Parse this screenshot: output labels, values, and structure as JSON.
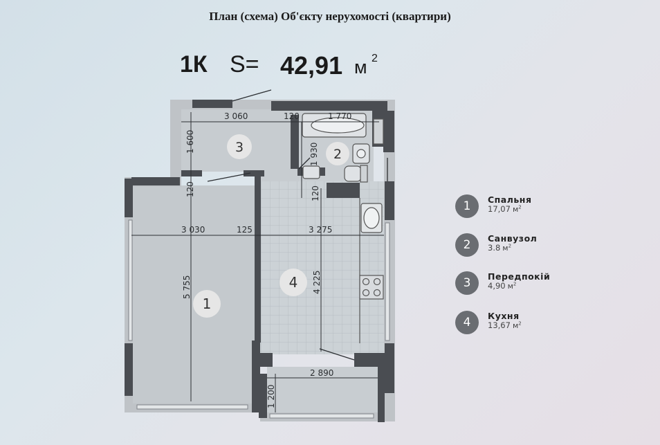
{
  "document": {
    "title": "План (схема) Об'єкту нерухомості (квартири)"
  },
  "summary": {
    "apartment_type": "1К",
    "area_label": "S=",
    "area_value": "42,91",
    "area_unit": "м",
    "area_unit_power": "2"
  },
  "plan": {
    "rooms": [
      {
        "number": "1"
      },
      {
        "number": "2"
      },
      {
        "number": "3"
      },
      {
        "number": "4"
      }
    ],
    "dimensions": {
      "d_3060": "3 060",
      "d_120_top": "120",
      "d_1770": "1 770",
      "d_1600": "1 600",
      "d_1930": "1 930",
      "d_120_left": "120",
      "d_120_right": "120",
      "d_3030": "3 030",
      "d_125": "125",
      "d_3275": "3 275",
      "d_5755": "5 755",
      "d_4225": "4 225",
      "d_2890": "2 890",
      "d_1200": "1 200"
    },
    "colors": {
      "wall": "#4a4d52",
      "wall_light": "#bfc3c7",
      "room_fill": "#c7ccd0",
      "tile_fill": "#ccd2d6",
      "marker": "#e6e6e6"
    }
  },
  "legend": [
    {
      "number": "1",
      "name": "Спальня",
      "area": "17,07",
      "unit": "м",
      "power": "2"
    },
    {
      "number": "2",
      "name": "Санвузол",
      "area": "3.8",
      "unit": "м",
      "power": "2"
    },
    {
      "number": "3",
      "name": "Передпокій",
      "area": "4,90",
      "unit": "м",
      "power": "2"
    },
    {
      "number": "4",
      "name": "Кухня",
      "area": "13,67",
      "unit": "м",
      "power": "2"
    }
  ]
}
